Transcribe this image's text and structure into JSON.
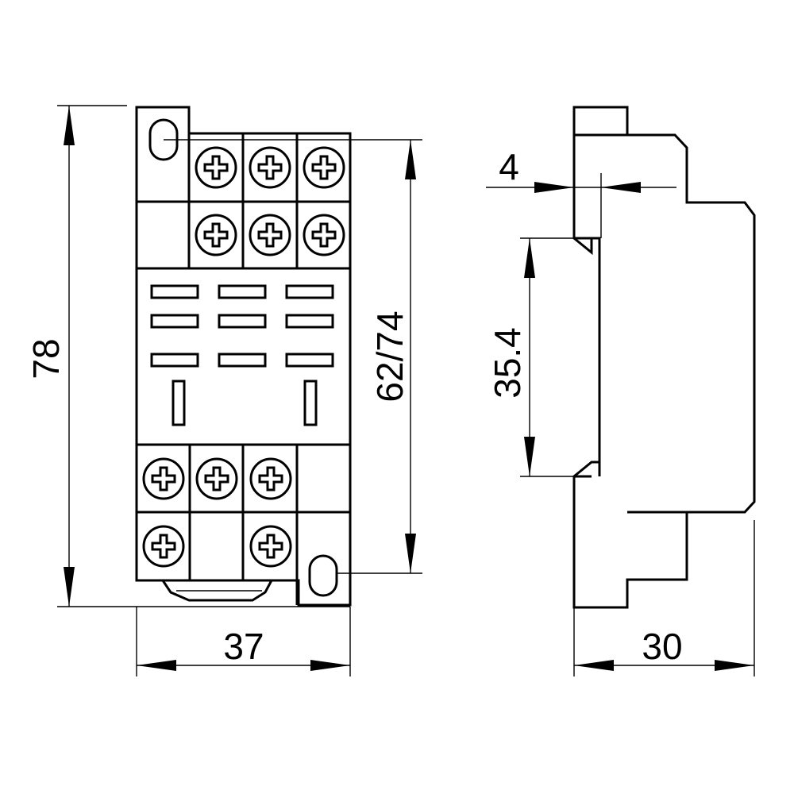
{
  "dimensions": {
    "height_total": "78",
    "width_front": "37",
    "hole_spacing": "62/74",
    "depth": "30",
    "clip_offset": "4",
    "rail_height": "35.4"
  },
  "icons": {
    "terminal_screw": "phillips-screw-icon",
    "mounting_hole": "oval-mounting-hole-icon",
    "contact_slot": "relay-pin-slot-icon"
  },
  "colors": {
    "line": "#000000",
    "background": "#ffffff"
  }
}
